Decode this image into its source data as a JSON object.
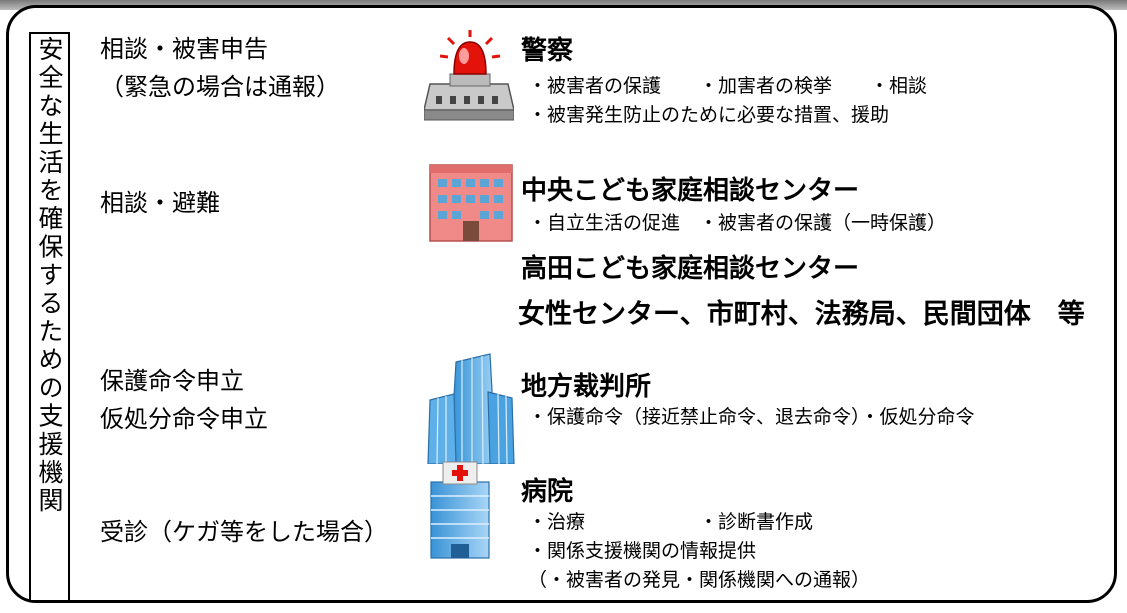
{
  "vertical_label": "安全な生活を確保するための支援機関",
  "rows": [
    {
      "request_lines": [
        "相談・被害申告",
        "（緊急の場合は通報）"
      ],
      "icon": "police-siren-icon",
      "org": "警察",
      "items": [
        "・被害者の保護　　・加害者の検挙　　・相談",
        "・被害発生防止のために必要な措置、援助"
      ]
    },
    {
      "request_lines": [
        "相談・避難"
      ],
      "icon": "building-icon",
      "org": "中央こども家庭相談センター",
      "items": [
        "・自立生活の促進　・被害者の保護（一時保護）"
      ],
      "extra_orgs": [
        "高田こども家庭相談センター",
        "女性センター、市町村、法務局、民間団体　等"
      ]
    },
    {
      "request_lines": [
        "保護命令申立",
        "仮処分命令申立"
      ],
      "icon": "skyscraper-icon",
      "org": "地方裁判所",
      "items": [
        "・保護命令（接近禁止命令、退去命令）・仮処分命令"
      ]
    },
    {
      "request_lines": [
        "受診（ケガ等をした場合）"
      ],
      "icon": "hospital-icon",
      "org": "病院",
      "items": [
        "・治療　　　　　　・診断書作成",
        "・関係支援機関の情報提供",
        "（・被害者の発見・関係機関への通報）"
      ]
    }
  ]
}
